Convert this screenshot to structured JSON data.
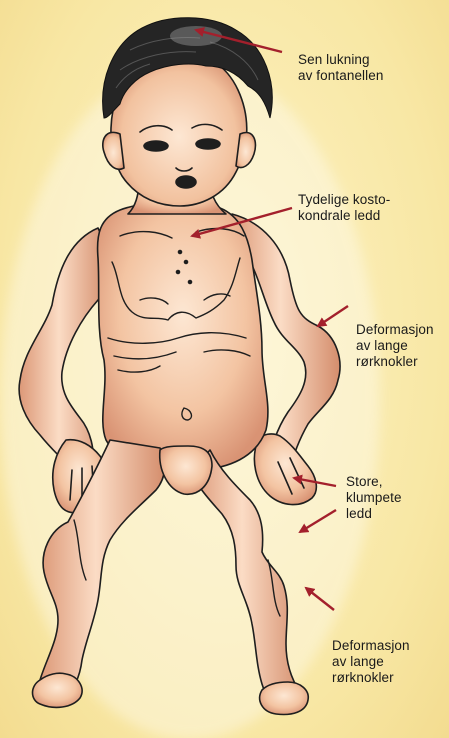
{
  "colors": {
    "background": "#fbedb5",
    "skin": "#f3c4a2",
    "skin_shade": "#dd9c7b",
    "hair": "#222222",
    "arrow": "#a3202c",
    "text": "#1a1a1a"
  },
  "labels": [
    {
      "id": "fontanelle",
      "lines": [
        "Sen lukning",
        "av fontanellen"
      ]
    },
    {
      "id": "costochondral",
      "lines": [
        "Tydelige kosto-",
        "kondrale ledd"
      ]
    },
    {
      "id": "long-bones-arm",
      "lines": [
        "Deformasjon",
        "av lange",
        "rørknokler"
      ]
    },
    {
      "id": "joints",
      "lines": [
        "Store,",
        "klumpete",
        "ledd"
      ]
    },
    {
      "id": "long-bones-leg",
      "lines": [
        "Deformasjon",
        "av lange",
        "rørknokler"
      ]
    }
  ]
}
